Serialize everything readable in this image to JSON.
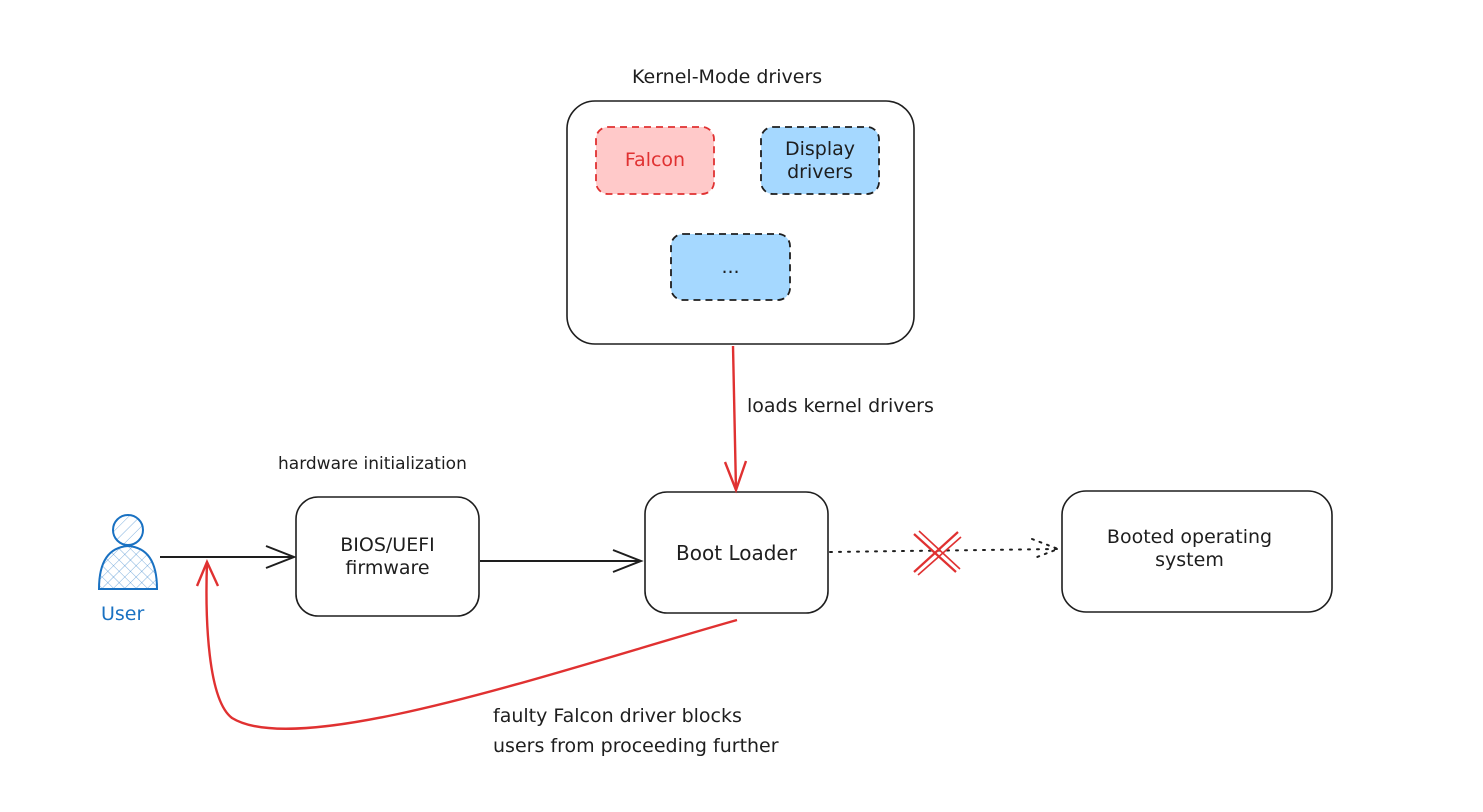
{
  "colors": {
    "ink": "#1e1e1e",
    "red": "#e03131",
    "falcon_fill": "#ffc9c9",
    "blue_fill": "#a5d8ff",
    "user_blue": "#1971c2"
  },
  "kernel_group": {
    "title": "Kernel-Mode drivers",
    "falcon_label": "Falcon",
    "display_label_line1": "Display",
    "display_label_line2": "drivers",
    "ellipsis_label": "..."
  },
  "nodes": {
    "user_label": "User",
    "bios_line1": "BIOS/UEFI",
    "bios_line2": "firmware",
    "bootloader_label": "Boot Loader",
    "os_line1": "Booted operating",
    "os_line2": "system"
  },
  "edges": {
    "hardware_init_label": "hardware initialization",
    "loads_kernel_label": "loads kernel drivers",
    "faulty_line1": "faulty Falcon driver blocks",
    "faulty_line2": "users from proceeding further"
  },
  "icons": {
    "user": "user-icon",
    "blocked": "x-mark-icon"
  }
}
